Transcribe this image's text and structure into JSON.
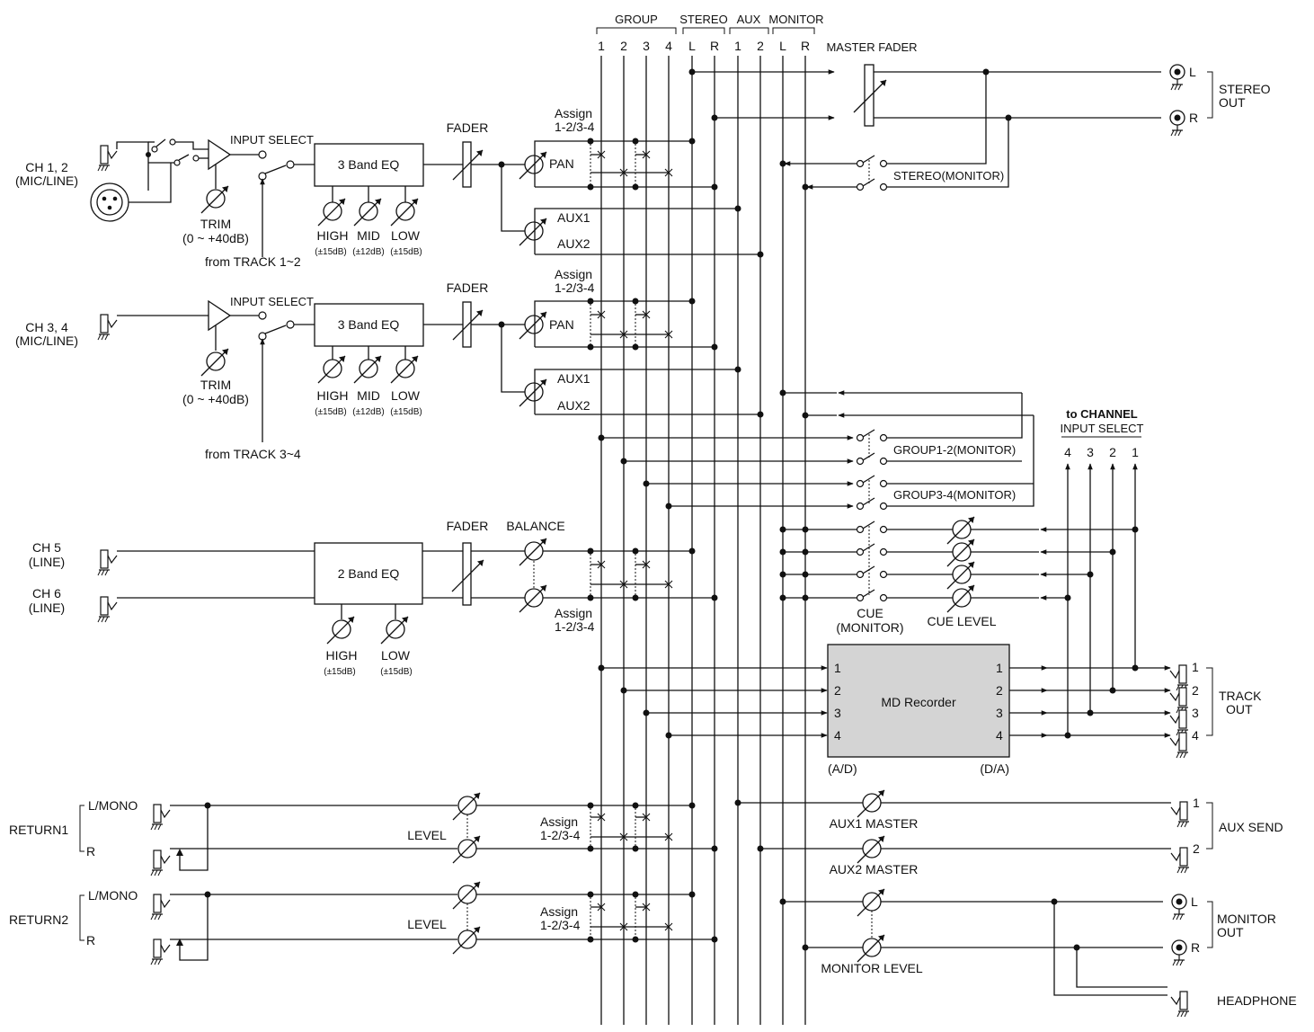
{
  "bus_headers": {
    "group": "GROUP",
    "stereo": "STEREO",
    "aux": "AUX",
    "monitor": "MONITOR",
    "group_numbers": [
      "1",
      "2",
      "3",
      "4"
    ],
    "stereo_lr": [
      "L",
      "R"
    ],
    "aux_numbers": [
      "1",
      "2"
    ],
    "monitor_lr": [
      "L",
      "R"
    ]
  },
  "master_fader": "MASTER FADER",
  "stereo_out": {
    "line1": "STEREO",
    "line2": "OUT",
    "l": "L",
    "r": "R"
  },
  "ch12": {
    "line1": "CH 1, 2",
    "line2": "(MIC/LINE)",
    "input_select": "INPUT SELECT",
    "eq": "3 Band EQ",
    "trim": "TRIM",
    "trim_range": "(0 ~ +40dB)",
    "from_track": "from TRACK 1~2",
    "fader": "FADER",
    "assign": "Assign",
    "assign_groups": "1-2/3-4",
    "pan": "PAN",
    "aux1": "AUX1",
    "aux2": "AUX2",
    "high": "HIGH",
    "mid": "MID",
    "low": "LOW",
    "high_range": "(±15dB)",
    "mid_range": "(±12dB)",
    "low_range": "(±15dB)"
  },
  "ch34": {
    "line1": "CH 3, 4",
    "line2": "(MIC/LINE)",
    "input_select": "INPUT SELECT",
    "eq": "3 Band EQ",
    "trim": "TRIM",
    "trim_range": "(0 ~ +40dB)",
    "from_track": "from TRACK 3~4",
    "fader": "FADER",
    "assign": "Assign",
    "assign_groups": "1-2/3-4",
    "pan": "PAN",
    "aux1": "AUX1",
    "aux2": "AUX2",
    "high": "HIGH",
    "mid": "MID",
    "low": "LOW",
    "high_range": "(±15dB)",
    "mid_range": "(±12dB)",
    "low_range": "(±15dB)"
  },
  "stereo_monitor": "STEREO(MONITOR)",
  "group12_monitor": "GROUP1-2(MONITOR)",
  "group34_monitor": "GROUP3-4(MONITOR)",
  "to_channel": {
    "line1": "to CHANNEL",
    "line2": "INPUT SELECT",
    "numbers": [
      "4",
      "3",
      "2",
      "1"
    ]
  },
  "ch56": {
    "ch5": "CH 5",
    "ch6": "CH 6",
    "line": "(LINE)",
    "eq": "2 Band EQ",
    "fader": "FADER",
    "balance": "BALANCE",
    "assign": "Assign",
    "assign_groups": "1-2/3-4",
    "high": "HIGH",
    "low": "LOW",
    "high_range": "(±15dB)",
    "low_range": "(±15dB)"
  },
  "cue": {
    "line1": "CUE",
    "line2": "(MONITOR)",
    "level": "CUE LEVEL"
  },
  "md_recorder": {
    "title": "MD  Recorder",
    "inputs": [
      "1",
      "2",
      "3",
      "4"
    ],
    "outputs": [
      "1",
      "2",
      "3",
      "4"
    ],
    "ad": "(A/D)",
    "da": "(D/A)"
  },
  "track_out": {
    "line1": "TRACK",
    "line2": "OUT",
    "numbers": [
      "1",
      "2",
      "3",
      "4"
    ]
  },
  "return1": {
    "name": "RETURN1",
    "lmono": "L/MONO",
    "r": "R",
    "level": "LEVEL",
    "assign": "Assign",
    "assign_groups": "1-2/3-4"
  },
  "return2": {
    "name": "RETURN2",
    "lmono": "L/MONO",
    "r": "R",
    "level": "LEVEL",
    "assign": "Assign",
    "assign_groups": "1-2/3-4"
  },
  "aux_send": {
    "label": "AUX SEND",
    "aux1_master": "AUX1 MASTER",
    "aux2_master": "AUX2 MASTER",
    "n1": "1",
    "n2": "2"
  },
  "monitor_out": {
    "line1": "MONITOR",
    "line2": "OUT",
    "level": "MONITOR LEVEL",
    "l": "L",
    "r": "R"
  },
  "headphone": "HEADPHONE"
}
